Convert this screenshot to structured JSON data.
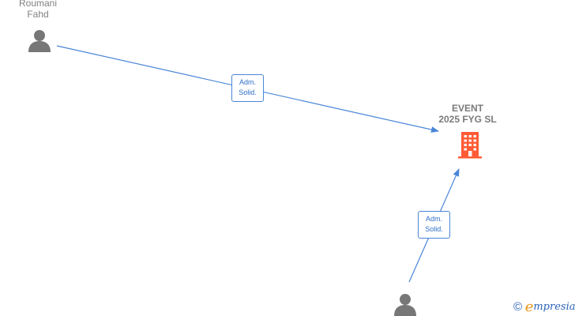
{
  "diagram": {
    "nodes": [
      {
        "id": "person-1",
        "type": "person",
        "name_line1": "Roumani",
        "name_line2": "Fahd",
        "color": "#777777"
      },
      {
        "id": "company",
        "type": "company",
        "name_line1": "EVENT",
        "name_line2": "2025 FYG  SL",
        "color": "#ff5c35"
      },
      {
        "id": "person-2",
        "type": "person",
        "color": "#777777"
      }
    ],
    "edges": [
      {
        "from": "person-1",
        "to": "company",
        "label_line1": "Adm.",
        "label_line2": "Solid.",
        "color": "#4a86d8"
      },
      {
        "from": "person-2",
        "to": "company",
        "label_line1": "Adm.",
        "label_line2": "Solid.",
        "color": "#4a86d8"
      }
    ]
  },
  "brand": {
    "copyright_symbol": "©",
    "logo_initial": "e",
    "logo_rest": "mpresia"
  }
}
